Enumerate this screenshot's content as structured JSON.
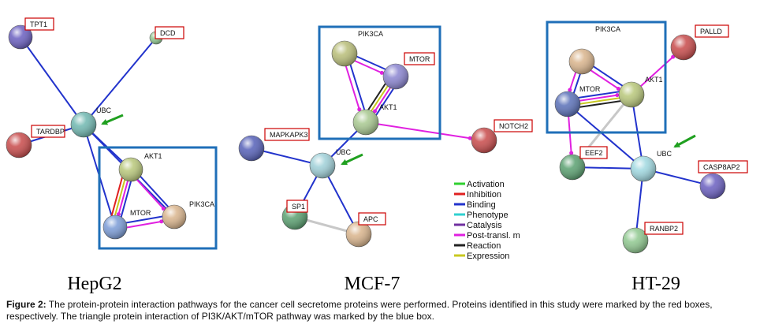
{
  "colors": {
    "binding": "#2233cc",
    "post_translational": "#e020e0",
    "inhibition": "#e02020",
    "activation": "#30d030",
    "expression": "#c8c820",
    "phenotype": "#30d0d0",
    "catalysis": "#7030a0",
    "reaction": "#222222",
    "pathway_box": "#1f6fb8",
    "marked_box": "#cc0000",
    "pointer_arrow": "#20a020",
    "grey_edge": "#c8c8c8"
  },
  "panels": [
    {
      "id": "hepg2",
      "title": "HepG2",
      "nodes": [
        {
          "id": "TPT1",
          "label": "TPT1",
          "color": "#6a5fc0",
          "marked": true
        },
        {
          "id": "DCD",
          "label": "DCD",
          "color": "#8fc88f",
          "marked": true
        },
        {
          "id": "UBC",
          "label": "UBC",
          "color": "#6fb7b0",
          "marked": false,
          "pointer": true
        },
        {
          "id": "TARDBP",
          "label": "TARDBP",
          "color": "#c84a4a",
          "marked": true
        },
        {
          "id": "AKT1",
          "label": "AKT1",
          "color": "#b8c77a",
          "marked": false
        },
        {
          "id": "MTOR",
          "label": "MTOR",
          "color": "#7a9bd6",
          "marked": false
        },
        {
          "id": "PIK3CA",
          "label": "PIK3CA",
          "color": "#d9b48c",
          "marked": false
        }
      ]
    },
    {
      "id": "mcf7",
      "title": "MCF-7",
      "nodes": [
        {
          "id": "PIK3CA",
          "label": "PIK3CA",
          "color": "#b8bd78",
          "marked": false
        },
        {
          "id": "MTOR",
          "label": "MTOR",
          "color": "#8a84d0",
          "marked": true
        },
        {
          "id": "AKT1",
          "label": "AKT1",
          "color": "#a8c890",
          "marked": false
        },
        {
          "id": "NOTCH2",
          "label": "NOTCH2",
          "color": "#c84a4a",
          "marked": true
        },
        {
          "id": "MAPKAPK3",
          "label": "MAPKAPK3",
          "color": "#5560b8",
          "marked": true
        },
        {
          "id": "UBC",
          "label": "UBC",
          "color": "#9fd0d8",
          "marked": false,
          "pointer": true
        },
        {
          "id": "SP1",
          "label": "SP1",
          "color": "#5aa070",
          "marked": true
        },
        {
          "id": "APC",
          "label": "APC",
          "color": "#d9b48c",
          "marked": true
        }
      ]
    },
    {
      "id": "ht29",
      "title": "HT-29",
      "nodes": [
        {
          "id": "PIK3CA",
          "label": "PIK3CA",
          "color": "#d9b48c",
          "marked": false
        },
        {
          "id": "PALLD",
          "label": "PALLD",
          "color": "#c84a4a",
          "marked": true
        },
        {
          "id": "MTOR",
          "label": "MTOR",
          "color": "#5a70b8",
          "marked": false
        },
        {
          "id": "AKT1",
          "label": "AKT1",
          "color": "#b8c77a",
          "marked": false
        },
        {
          "id": "EEF2",
          "label": "EEF2",
          "color": "#5aa070",
          "marked": true
        },
        {
          "id": "UBC",
          "label": "UBC",
          "color": "#9fd8e0",
          "marked": false,
          "pointer": true
        },
        {
          "id": "CASP8AP2",
          "label": "CASP8AP2",
          "color": "#6a5fc0",
          "marked": true
        },
        {
          "id": "RANBP2",
          "label": "RANBP2",
          "color": "#8fc88f",
          "marked": true
        }
      ]
    }
  ],
  "legend": {
    "items": [
      {
        "label": "Activation",
        "color": "#30d030"
      },
      {
        "label": "Inhibition",
        "color": "#e02020"
      },
      {
        "label": "Binding",
        "color": "#2233cc"
      },
      {
        "label": "Phenotype",
        "color": "#30d0d0"
      },
      {
        "label": "Catalysis",
        "color": "#7030a0"
      },
      {
        "label": "Post-transl. m",
        "color": "#e020e0"
      },
      {
        "label": "Reaction",
        "color": "#222222"
      },
      {
        "label": "Expression",
        "color": "#c8c820"
      }
    ]
  },
  "caption": {
    "label": "Figure 2:",
    "text": " The protein-protein interaction pathways for the cancer cell secretome proteins were performed. Proteins identified in this study were marked by the red boxes, respectively. The triangle protein interaction of PI3K/AKT/mTOR pathway was marked by the blue box."
  }
}
